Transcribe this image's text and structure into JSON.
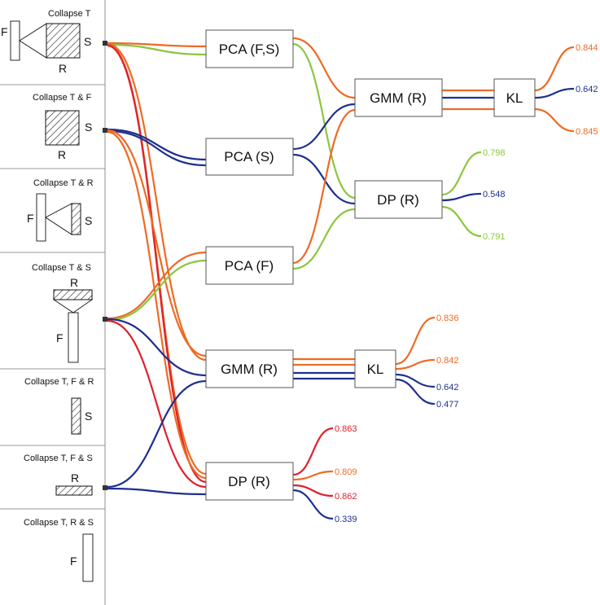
{
  "colors": {
    "orange": "#ee6a24",
    "blue": "#1f2f8f",
    "green": "#8cc63f",
    "red": "#e0202b"
  },
  "panels": [
    {
      "title": "Collapse T",
      "letters": [
        "F",
        "S",
        "R"
      ]
    },
    {
      "title": "Collapse T & F",
      "letters": [
        "S",
        "R"
      ]
    },
    {
      "title": "Collapse T & R",
      "letters": [
        "F",
        "S"
      ]
    },
    {
      "title": "Collapse T & S",
      "letters": [
        "R",
        "F"
      ]
    },
    {
      "title": "Collapse T, F & R",
      "letters": [
        "S"
      ]
    },
    {
      "title": "Collapse T, F & S",
      "letters": [
        "R"
      ]
    },
    {
      "title": "Collapse T, R & S",
      "letters": [
        "F"
      ]
    }
  ],
  "boxes": {
    "pca_fs": "PCA (F,S)",
    "pca_s": "PCA (S)",
    "pca_f": "PCA (F)",
    "gmm_r_top": "GMM (R)",
    "dp_r_top": "DP (R)",
    "kl_top": "KL",
    "gmm_r_mid": "GMM (R)",
    "kl_mid": "KL",
    "dp_r_bottom": "DP (R)"
  },
  "outputs": {
    "kl_top": [
      "0.844",
      "0.642",
      "0.845"
    ],
    "dp_top": [
      "0.798",
      "0.548",
      "0.791"
    ],
    "kl_mid": [
      "0.836",
      "0.842",
      "0.642",
      "0.477"
    ],
    "dp_bottom": [
      "0.863",
      "0.809",
      "0.862",
      "0.339"
    ]
  }
}
